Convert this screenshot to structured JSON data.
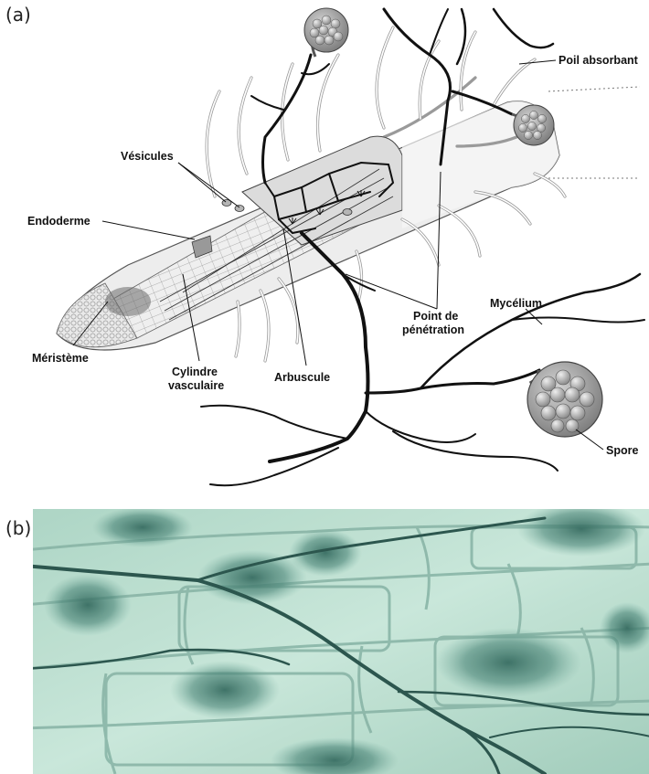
{
  "figure": {
    "panel_a_label": "(a)",
    "panel_b_label": "(b)"
  },
  "labels": {
    "poil_absorbant": "Poil absorbant",
    "vesicules": "Vésicules",
    "endoderme": "Endoderme",
    "point_de": "Point de",
    "penetration": "pénétration",
    "mycelium": "Mycélium",
    "meristeme": "Méristème",
    "cylindre": "Cylindre",
    "vasculaire": "vasculaire",
    "arbuscule": "Arbuscule",
    "spore": "Spore"
  },
  "colors": {
    "hypha": "#111111",
    "root_fill": "#f2f2f2",
    "micrograph_bg": "#b9dccd",
    "micrograph_stain": "#2f6b5e"
  }
}
